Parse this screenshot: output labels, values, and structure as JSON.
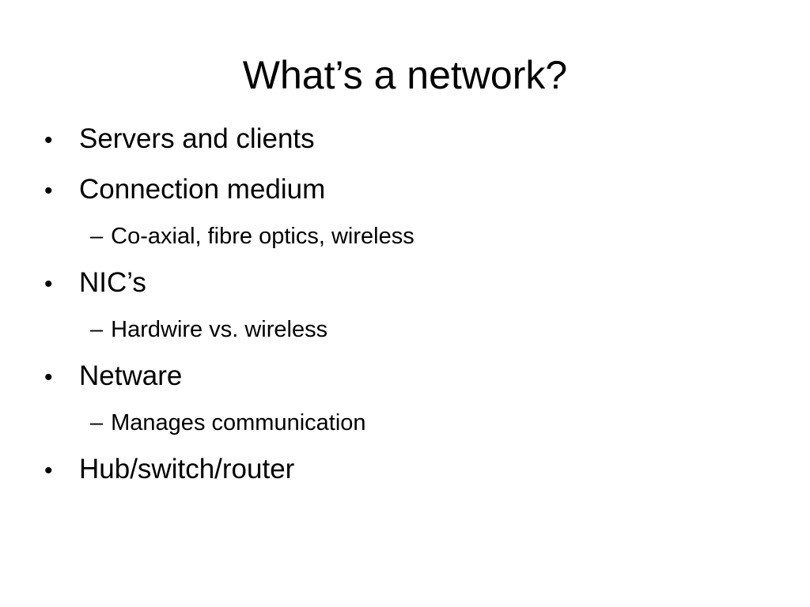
{
  "slide": {
    "title": "What’s a network?",
    "bullet_marker": "•",
    "sub_marker": "–",
    "items": [
      {
        "text": "Servers and clients",
        "subitems": []
      },
      {
        "text": "Connection medium",
        "subitems": [
          "Co-axial, fibre optics, wireless"
        ]
      },
      {
        "text": "NIC’s",
        "subitems": [
          "Hardwire vs. wireless"
        ]
      },
      {
        "text": "Netware",
        "subitems": [
          "Manages communication"
        ]
      },
      {
        "text": "Hub/switch/router",
        "subitems": []
      }
    ]
  }
}
